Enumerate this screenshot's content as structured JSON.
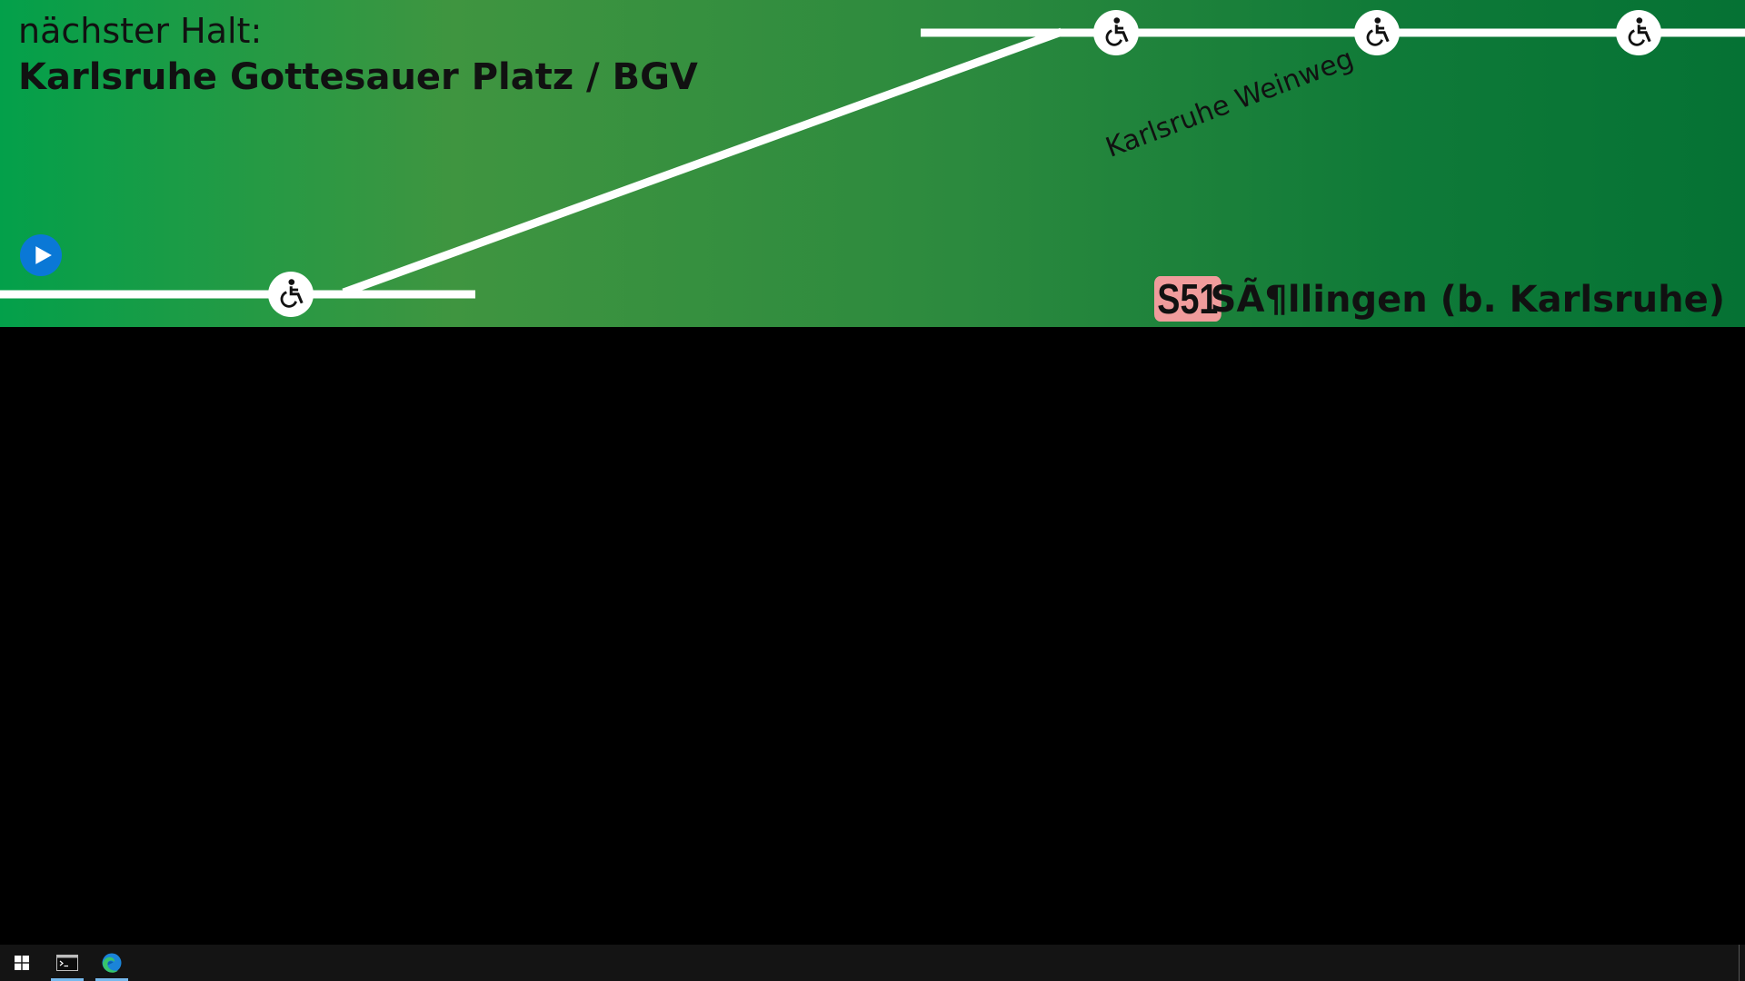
{
  "display": {
    "next_stop_label": "nächster Halt:",
    "next_stop_name": "Karlsruhe Gottesauer Platz / BGV",
    "upcoming_station_label": "Karlsruhe Weinweg",
    "line_number": "S51",
    "destination": "SÃ¶llingen (b. Karlsruhe)",
    "route_color": "#ffffff",
    "line_badge_color": "#f09c9c",
    "banner_gradient": [
      "#03a04a",
      "#3f9540",
      "#2c8a3e",
      "#0f7a38",
      "#057234"
    ],
    "stop_icon": "wheelchair-accessible-icon",
    "play_icon": "play-icon"
  },
  "taskbar": {
    "items": [
      {
        "icon": "windows-start-icon"
      },
      {
        "icon": "terminal-icon"
      },
      {
        "icon": "edge-browser-icon"
      }
    ],
    "background": "#141414",
    "active_indicator_color": "#76b9ed"
  }
}
